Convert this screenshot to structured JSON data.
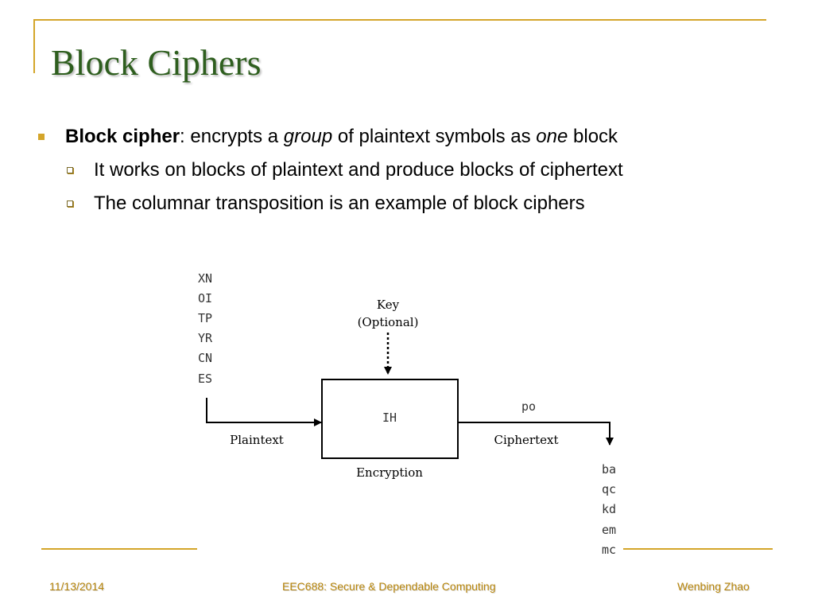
{
  "slide": {
    "title": "Block Ciphers",
    "bullet": {
      "term": "Block cipher",
      "text_1": ": encrypts a ",
      "em_1": "group",
      "text_2": " of plaintext symbols as ",
      "em_2": "one",
      "text_3": " block"
    },
    "sub_bullets": [
      "It works on blocks of plaintext and produce blocks of ciphertext",
      "The columnar transposition is an example of block ciphers"
    ]
  },
  "diagram": {
    "plaintext_blocks": [
      "XN",
      "OI",
      "TP",
      "YR",
      "CN",
      "ES"
    ],
    "key_label_line1": "Key",
    "key_label_line2": "(Optional)",
    "box_content": "IH",
    "box_label": "Encryption",
    "plaintext_label": "Plaintext",
    "ciphertext_label": "Ciphertext",
    "output_in_transit": "po",
    "ciphertext_blocks": [
      "ba",
      "qc",
      "kd",
      "em",
      "mc"
    ]
  },
  "footer": {
    "date": "11/13/2014",
    "course": "EEC688: Secure & Dependable Computing",
    "author": "Wenbing Zhao"
  },
  "colors": {
    "accent": "#d4a52a",
    "title": "#2e5e1e",
    "footer_text": "#b8860b"
  }
}
